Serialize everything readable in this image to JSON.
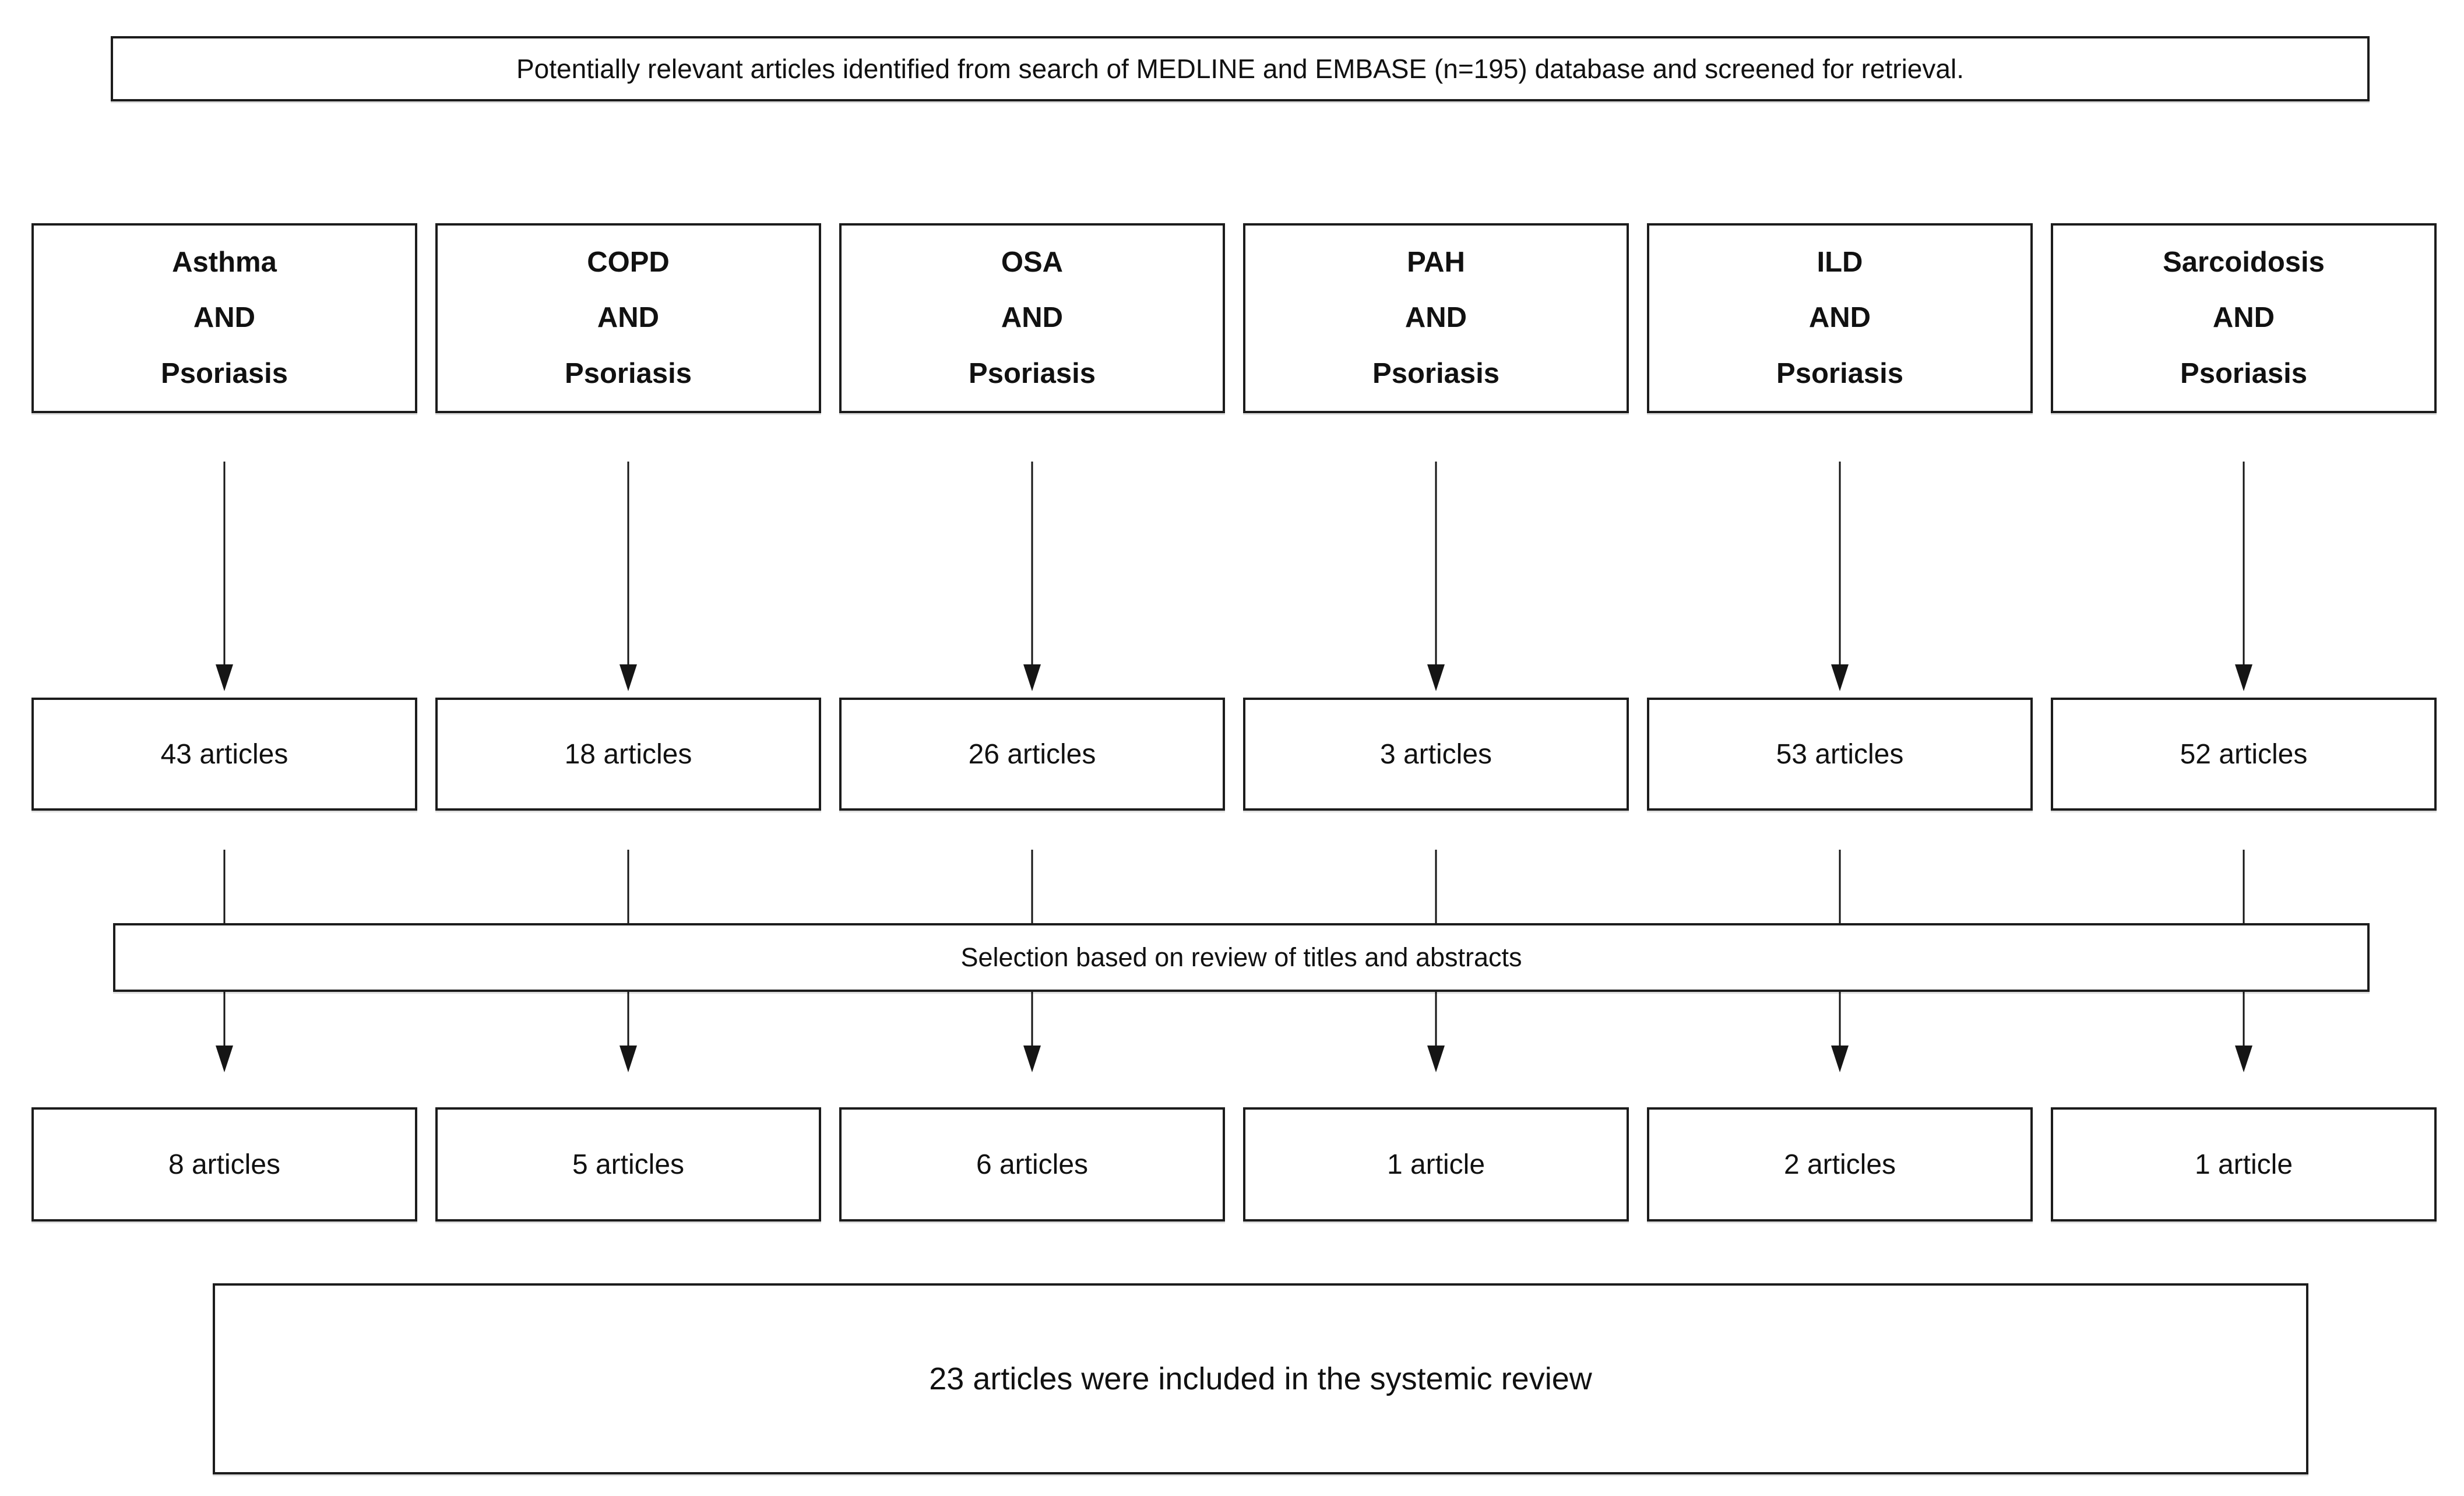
{
  "top_banner": "Potentially relevant articles identified from search of MEDLINE and EMBASE (n=195) database and screened for retrieval.",
  "selection_banner": "Selection based on review of titles and abstracts",
  "bottom_banner": "23 articles were included in the systemic review",
  "columns": [
    {
      "condition": "Asthma",
      "operator": "AND",
      "subject": "Psoriasis",
      "initial_count": "43 articles",
      "selected_count": "8 articles"
    },
    {
      "condition": "COPD",
      "operator": "AND",
      "subject": "Psoriasis",
      "initial_count": "18 articles",
      "selected_count": "5 articles"
    },
    {
      "condition": "OSA",
      "operator": "AND",
      "subject": "Psoriasis",
      "initial_count": "26 articles",
      "selected_count": "6 articles"
    },
    {
      "condition": "PAH",
      "operator": "AND",
      "subject": "Psoriasis",
      "initial_count": "3 articles",
      "selected_count": "1 article"
    },
    {
      "condition": "ILD",
      "operator": "AND",
      "subject": "Psoriasis",
      "initial_count": "53 articles",
      "selected_count": "2 articles"
    },
    {
      "condition": "Sarcoidosis",
      "operator": "AND",
      "subject": "Psoriasis",
      "initial_count": "52 articles",
      "selected_count": "1 article"
    }
  ],
  "colors": {
    "border": "#1c1c1c",
    "text": "#111111",
    "background": "#ffffff"
  }
}
